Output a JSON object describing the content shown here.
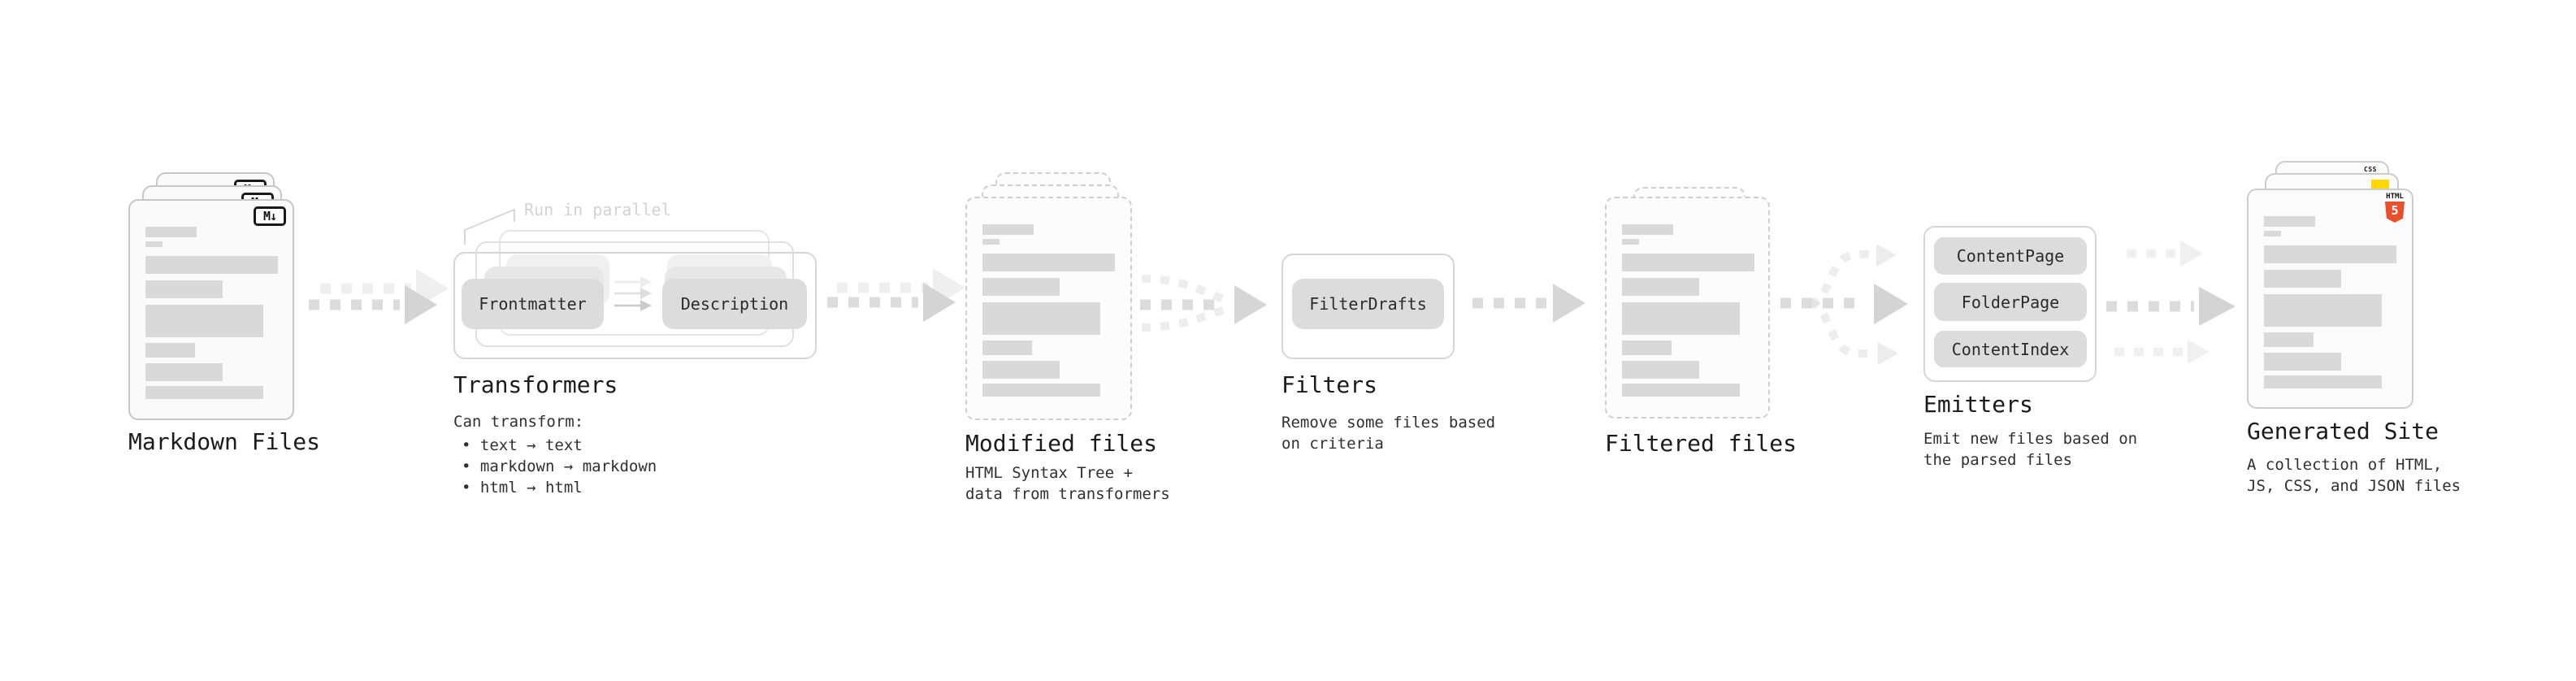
{
  "markdown": {
    "label": "Markdown Files",
    "badge": "M↓"
  },
  "transformers": {
    "label": "Transformers",
    "note": "Run in parallel",
    "button1": "Frontmatter",
    "button2": "Description",
    "desc": "Can transform:",
    "bullets": [
      "• text → text",
      "• markdown → markdown",
      "• html → html"
    ]
  },
  "modified": {
    "label": "Modified files",
    "desc1": "HTML Syntax Tree +",
    "desc2": "data from transformers"
  },
  "filters": {
    "label": "Filters",
    "button": "FilterDrafts",
    "desc1": "Remove some files based",
    "desc2": "on criteria"
  },
  "filtered": {
    "label": "Filtered files"
  },
  "emitters": {
    "label": "Emitters",
    "buttons": [
      "ContentPage",
      "FolderPage",
      "ContentIndex"
    ],
    "desc1": "Emit new files based on",
    "desc2": "the parsed files"
  },
  "generated": {
    "label": "Generated Site",
    "desc1": "A collection of HTML,",
    "desc2": "JS, CSS, and JSON files",
    "css_badge": "CSS",
    "html_badge": "HTML",
    "html5_number": "5"
  },
  "colors": {
    "html5_orange": "#e8502b",
    "js_yellow": "#ffd900",
    "css_blue": "#2f6fef",
    "arrow_gray": "#dcdcdc"
  }
}
